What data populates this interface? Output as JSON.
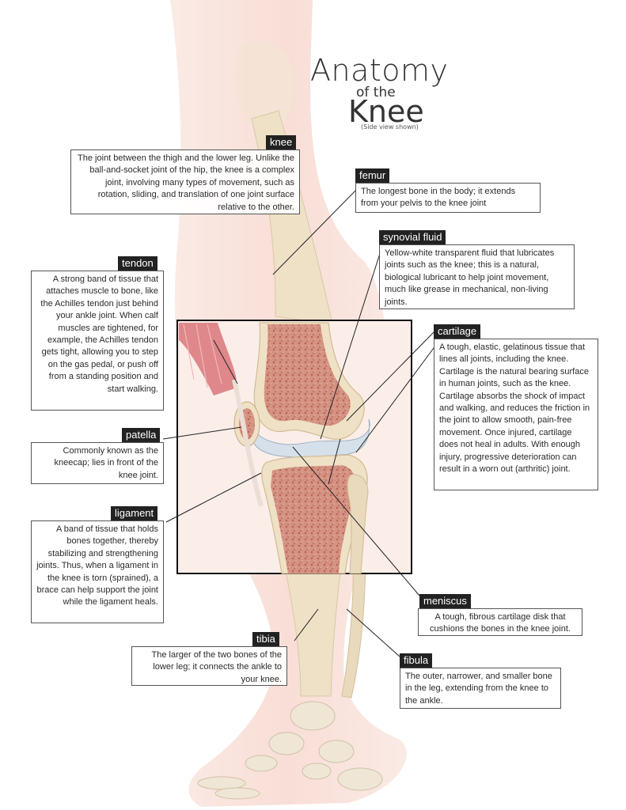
{
  "title": {
    "line1": "Anatomy",
    "line2": "of the",
    "line3": "Knee",
    "note": "(Side view shown)"
  },
  "callouts": {
    "knee": {
      "label": "knee",
      "text": "The joint between the thigh and the lower leg. Unlike the ball-and-socket joint of the hip, the knee is a complex joint, involving many types of movement, such as rotation, sliding, and translation of one joint surface relative to the other."
    },
    "femur": {
      "label": "femur",
      "text": "The longest bone in the body; it extends from your pelvis to the knee joint"
    },
    "synovial_fluid": {
      "label": "synovial fluid",
      "text": "Yellow-white transparent fluid that lubricates joints such as the knee; this is a natural, biological lubricant to help joint movement, much like grease in mechanical, non-living joints."
    },
    "tendon": {
      "label": "tendon",
      "text": "A strong band of tissue that attaches muscle to bone, like the Achilles tendon just behind your ankle joint. When calf muscles are tightened, for example, the Achilles tendon gets tight, allowing you to step on the gas pedal, or push off from a standing position and start walking."
    },
    "cartilage": {
      "label": "cartilage",
      "text": "A tough, elastic, gelatinous tissue that lines all joints, including the knee. Cartilage is the natural bearing surface in human joints, such as the knee. Cartilage absorbs the shock of impact and walking, and reduces the friction in the joint to allow smooth, pain-free movement. Once injured, cartilage does not heal in adults. With enough injury, progressive deterioration can result in a worn out (arthritic) joint."
    },
    "patella": {
      "label": "patella",
      "text": "Commonly known as the kneecap; lies in front of the knee joint."
    },
    "ligament": {
      "label": "ligament",
      "text": "A band of tissue that holds bones together, thereby stabilizing and strengthening joints. Thus, when a ligament in the knee is torn (sprained), a brace can help support the joint while the ligament heals."
    },
    "meniscus": {
      "label": "meniscus",
      "text": "A tough, fibrous cartilage disk that cushions the bones in the knee joint."
    },
    "tibia": {
      "label": "tibia",
      "text": "The larger of the two bones of the lower leg; it connects the ankle to your knee."
    },
    "fibula": {
      "label": "fibula",
      "text": "The outer, narrower, and smaller bone in the leg, extending from the knee to the ankle."
    }
  },
  "colors": {
    "skin": "#f7d8cf",
    "bone": "#efe1c6",
    "marrow": "#c97a6a",
    "cartilage": "#d6e0ea",
    "muscle": "#d9757a",
    "label_bg": "#222222"
  }
}
